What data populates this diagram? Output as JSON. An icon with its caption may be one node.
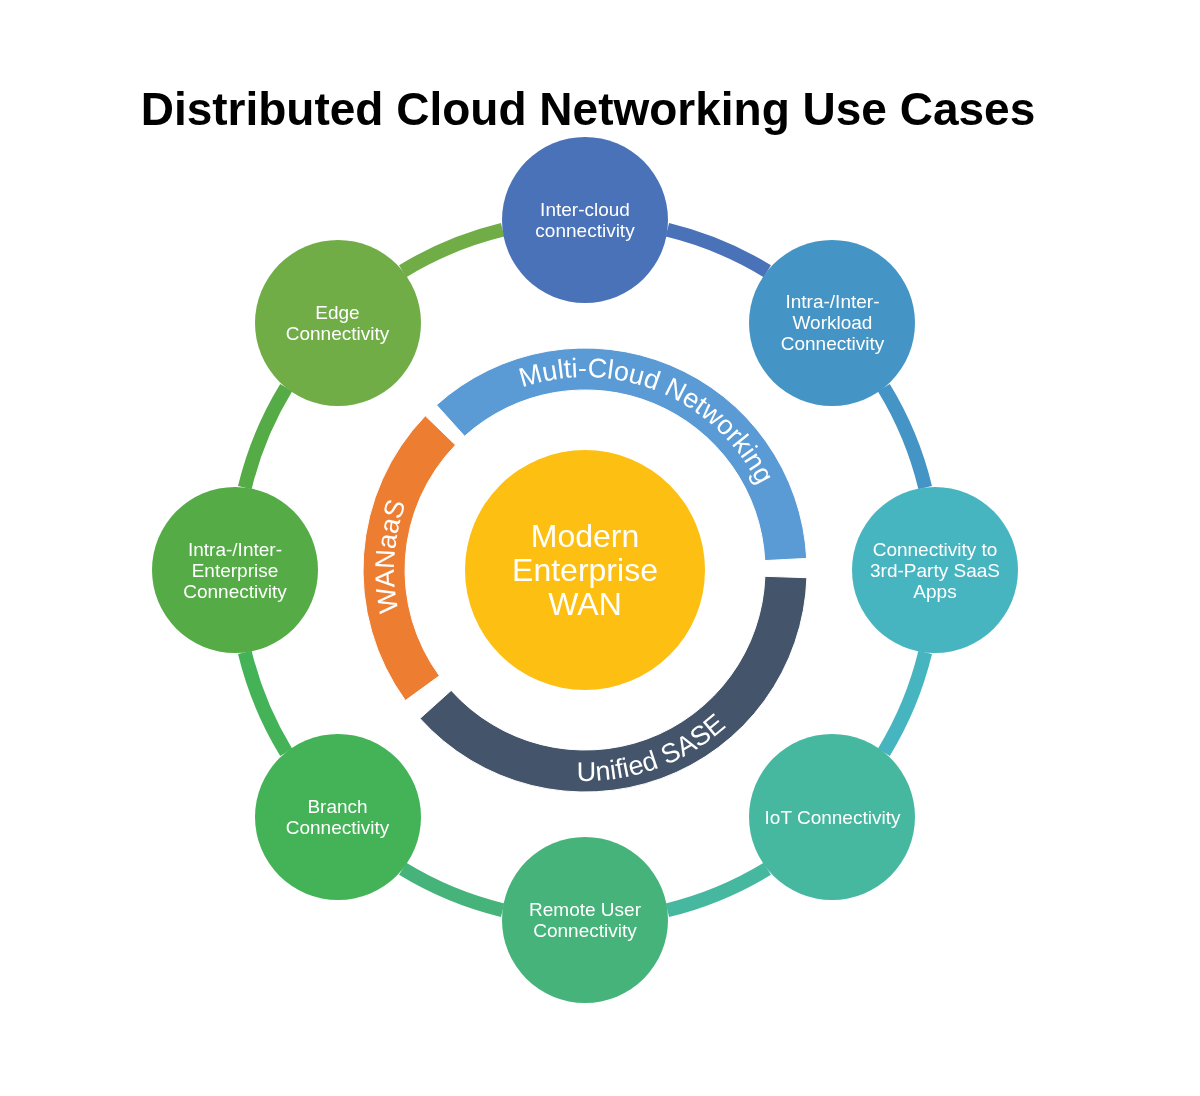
{
  "diagram": {
    "title": "Distributed Cloud Networking Use Cases",
    "nodes": [
      {
        "text": [
          "Inter-cloud connectivity"
        ]
      },
      {
        "text": [
          "Intra-/Inter-Workload Connectivity"
        ]
      },
      {
        "text": [
          "Connectivity to 3rd-Party SaaS Apps"
        ]
      },
      {
        "text": [
          "IoT Connectivity"
        ]
      },
      {
        "text": [
          "Remote User Connectivity"
        ]
      },
      {
        "text": [
          "Branch Connectivity"
        ]
      },
      {
        "text": [
          "Intra-/Inter-Enterprise Connectivity"
        ]
      },
      {
        "text": [
          "Edge Connectivity"
        ]
      },
      {
        "text": [
          "Multi-Cloud Networking"
        ]
      },
      {
        "text": [
          "Unified SASE"
        ]
      },
      {
        "text": [
          "WANaaS"
        ]
      },
      {
        "text": [
          "Modern Enterprise WAN"
        ]
      }
    ],
    "edges": [
      {
        "from": 0,
        "to": 1,
        "arrow": "none",
        "color": "#4a72b8"
      },
      {
        "from": 1,
        "to": 2,
        "arrow": "none",
        "color": "#4495c6"
      },
      {
        "from": 2,
        "to": 3,
        "arrow": "none",
        "color": "#47b5c0"
      },
      {
        "from": 3,
        "to": 4,
        "arrow": "none",
        "color": "#47b8a0"
      },
      {
        "from": 4,
        "to": 5,
        "arrow": "none",
        "color": "#46b47a"
      },
      {
        "from": 5,
        "to": 6,
        "arrow": "none",
        "color": "#44b357"
      },
      {
        "from": 6,
        "to": 7,
        "arrow": "none",
        "color": "#55ac47"
      },
      {
        "from": 7,
        "to": 0,
        "arrow": "none",
        "color": "#70ad47"
      }
    ]
  }
}
